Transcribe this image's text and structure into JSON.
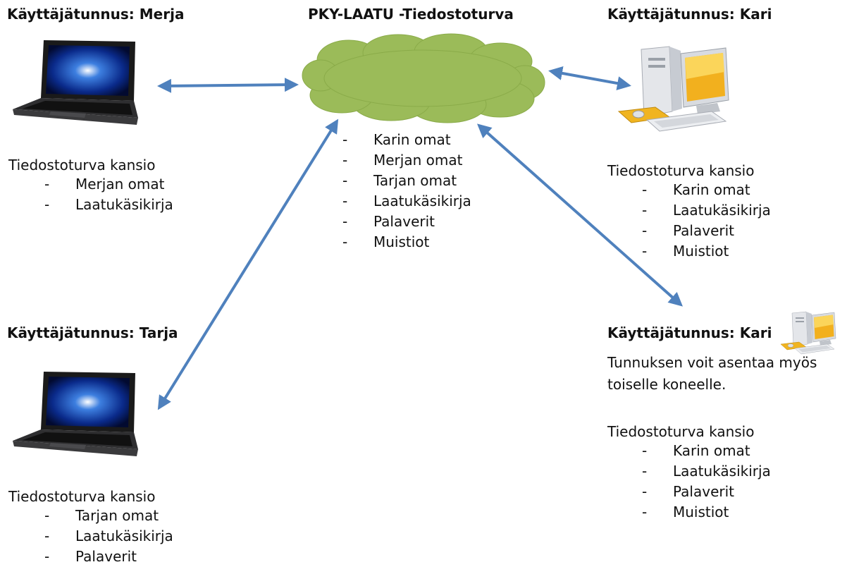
{
  "cloud": {
    "title": "PKY-LAATU -Tiedostoturva",
    "items": [
      "Karin omat",
      "Merjan omat",
      "Tarjan omat",
      "Laatukäsikirja",
      "Palaverit",
      "Muistiot"
    ],
    "fill_color": "#9bbb59"
  },
  "users": [
    {
      "username": "Käyttäjätunnus: Merja",
      "folder_title": "Tiedostoturva kansio",
      "items": [
        "Merjan omat",
        "Laatukäsikirja"
      ]
    },
    {
      "username": "Käyttäjätunnus: Tarja",
      "folder_title": "Tiedostoturva kansio",
      "items": [
        "Tarjan omat",
        "Laatukäsikirja",
        "Palaverit"
      ]
    },
    {
      "username": "Käyttäjätunnus: Kari",
      "folder_title": "Tiedostoturva kansio",
      "items": [
        "Karin omat",
        "Laatukäsikirja",
        "Palaverit",
        "Muistiot"
      ]
    },
    {
      "username": "Käyttäjätunnus: Kari",
      "note_line1": "Tunnuksen voit asentaa myös",
      "note_line2": "toiselle koneelle.",
      "folder_title": "Tiedostoturva kansio",
      "items": [
        "Karin omat",
        "Laatukäsikirja",
        "Palaverit",
        "Muistiot"
      ]
    }
  ],
  "dash": "-",
  "arrow_color": "#4f81bd",
  "icons": [
    "laptop-icon",
    "desktop-computer-icon"
  ]
}
